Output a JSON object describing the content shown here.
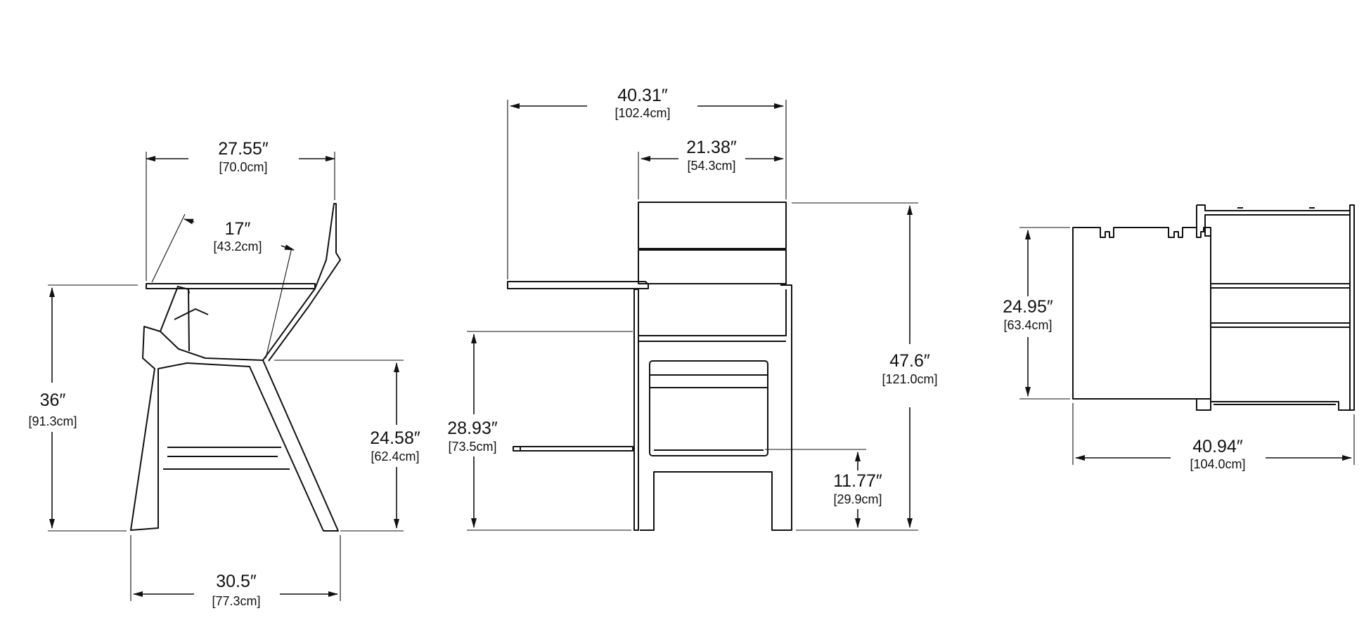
{
  "dimensions": {
    "back_width": {
      "inch": "27.55″",
      "cm": "[70.0cm]"
    },
    "seat_depth": {
      "inch": "17″",
      "cm": "[43.2cm]"
    },
    "side_height": {
      "inch": "36″",
      "cm": "[91.3cm]"
    },
    "seat_height": {
      "inch": "24.58″",
      "cm": "[62.4cm]"
    },
    "base_depth": {
      "inch": "30.5″",
      "cm": "[77.3cm]"
    },
    "overall_width": {
      "inch": "40.31″",
      "cm": "[102.4cm]"
    },
    "inner_width": {
      "inch": "21.38″",
      "cm": "[54.3cm]"
    },
    "total_height": {
      "inch": "47.6″",
      "cm": "[121.0cm]"
    },
    "table_height": {
      "inch": "28.93″",
      "cm": "[73.5cm]"
    },
    "foot_height": {
      "inch": "11.77″",
      "cm": "[29.9cm]"
    },
    "top_depth": {
      "inch": "24.95″",
      "cm": "[63.4cm]"
    },
    "top_length": {
      "inch": "40.94″",
      "cm": "[104.0cm]"
    }
  }
}
